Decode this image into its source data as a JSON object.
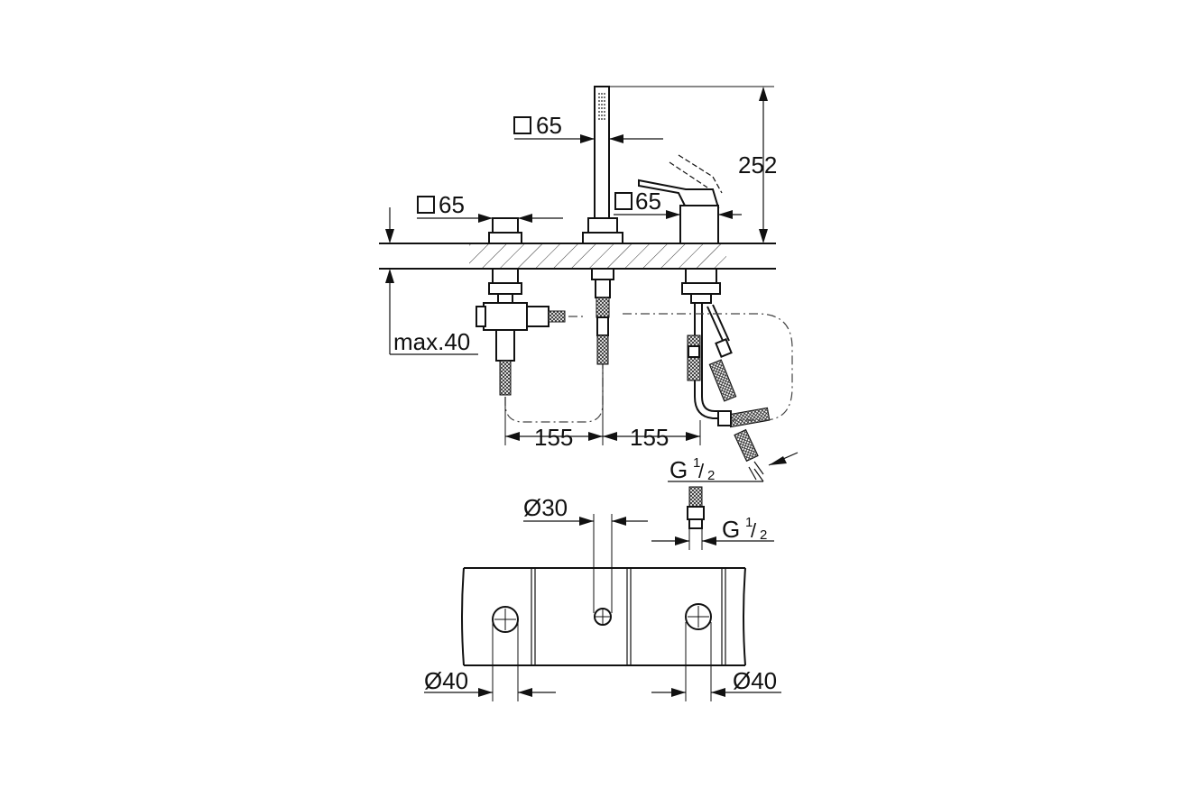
{
  "labels": {
    "square_left": "65",
    "square_top": "65",
    "square_mid": "65",
    "height_total": "252",
    "max_depth": "max.40",
    "spacing_left": "155",
    "spacing_right": "155",
    "thread_upper_main": "G",
    "thread_upper_sup": "1",
    "thread_upper_den": "2",
    "thread_lower_main": "G",
    "thread_lower_sup": "1",
    "thread_lower_den": "2",
    "hole_center": "Ø30",
    "hole_left": "Ø40",
    "hole_right": "Ø40"
  },
  "icons": {
    "square_symbol": "square-outline-icon"
  }
}
